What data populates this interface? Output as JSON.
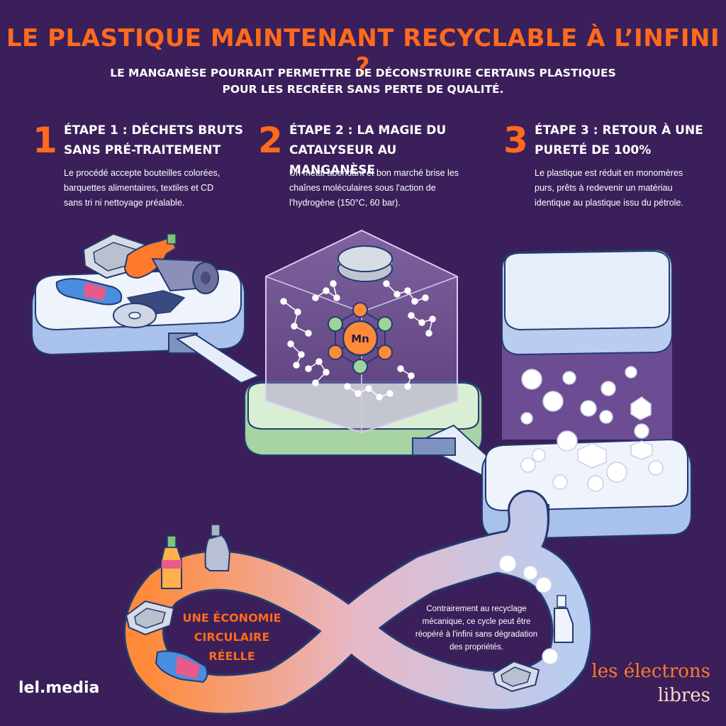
{
  "header": {
    "title": "LE PLASTIQUE MAINTENANT RECYCLABLE À L’INFINI ?",
    "subtitle": "LE MANGANÈSE POURRAIT PERMETTRE DE DÉCONSTRUIRE CERTAINS PLASTIQUES POUR LES RECRÉER SANS PERTE DE QUALITÉ."
  },
  "steps": [
    {
      "number": "1",
      "title": "ÉTAPE 1 : DÉCHETS BRUTS SANS PRÉ-TRAITEMENT",
      "text": "Le procédé accepte bouteilles colorées, barquettes alimentaires, textiles et CD sans tri ni nettoyage préalable."
    },
    {
      "number": "2",
      "title": "ÉTAPE 2 : LA MAGIE DU CATALYSEUR AU MANGANÈSE",
      "text": "Un métal abondant et bon marché brise les chaînes moléculaires sous l'action de l'hydrogène (150°C, 60 bar)."
    },
    {
      "number": "3",
      "title": "ÉTAPE 3 : RETOUR À UNE PURETÉ DE 100%",
      "text": "Le plastique est réduit en monomères purs, prêts à redevenir un matériau identique au plastique issu du pétrole."
    }
  ],
  "catalyst": {
    "symbol": "Mn"
  },
  "circular": {
    "label": "UNE ÉCONOMIE CIRCULAIRE RÉELLE",
    "note": "Contrairement au recyclage mécanique, ce cycle peut être réopéré à l'infini sans dégradation des propriétés."
  },
  "footer": {
    "site": "lel.media",
    "logo_line1": "les électrons",
    "logo_line2": "libres"
  },
  "colors": {
    "background": "#3a1f5a",
    "accent": "#ff6a1c",
    "platform": "#dfe8f8",
    "catalyst_base": "#cfe8cc"
  },
  "icons": [
    "plastic-bottle-icon",
    "food-tray-icon",
    "textile-roll-icon",
    "cd-disc-icon",
    "molecule-icon",
    "manganese-atom-icon",
    "monomer-sphere-icon"
  ]
}
